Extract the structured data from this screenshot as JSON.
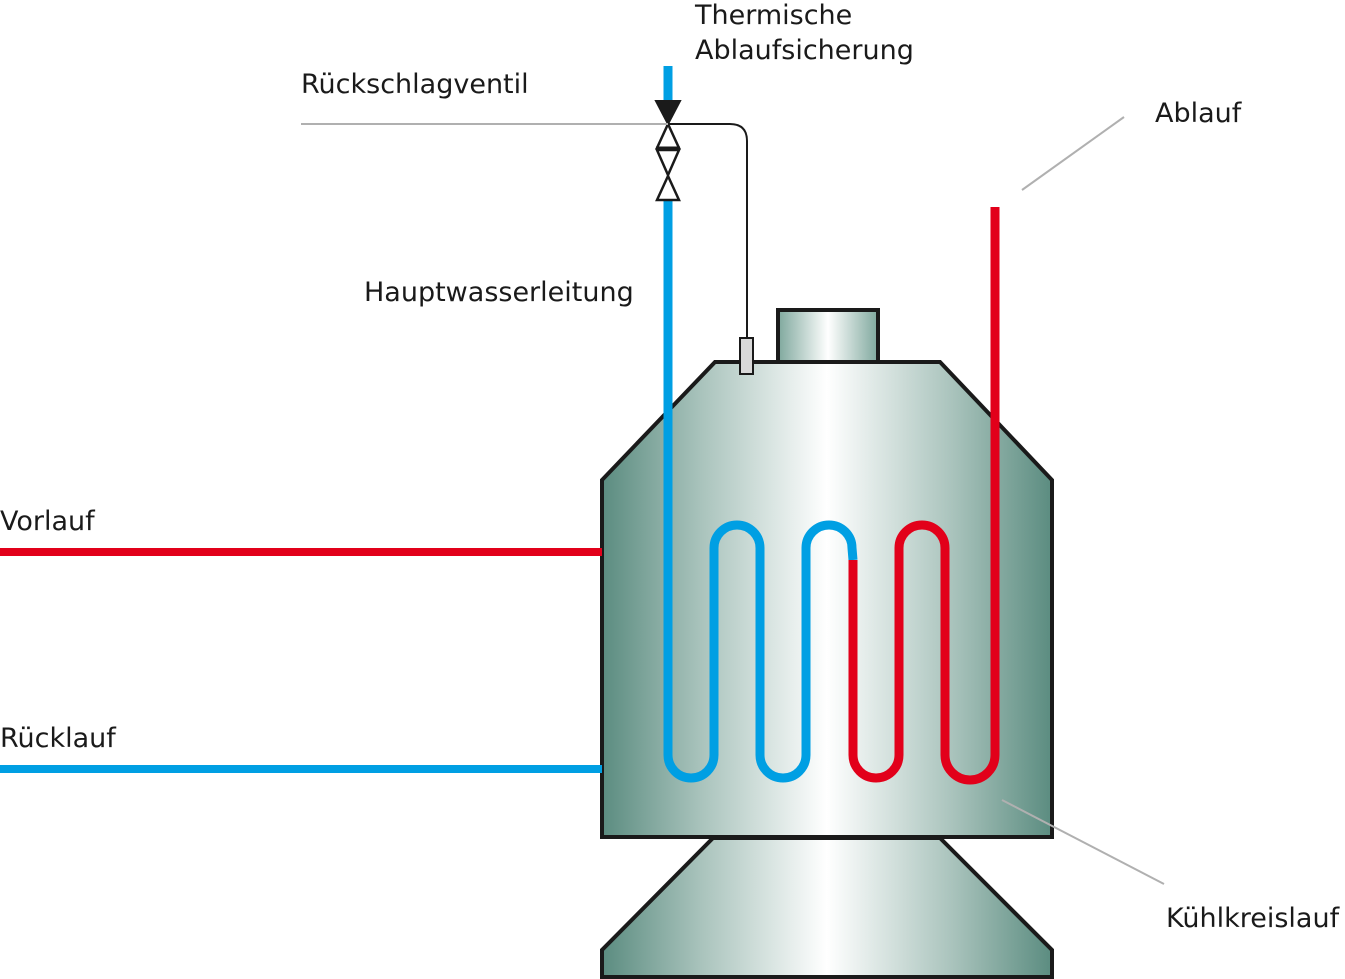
{
  "labels": {
    "thermische_line1": "Thermische",
    "thermische_line2": "Ablaufsicherung",
    "rueckschlagventil": "Rückschlagventil",
    "ablauf": "Ablauf",
    "hauptwasserleitung": "Hauptwasserleitung",
    "vorlauf": "Vorlauf",
    "ruecklauf": "Rücklauf",
    "kuehlkreislauf": "Kühlkreislauf"
  },
  "colors": {
    "hot": "#e2001a",
    "cold": "#009fe3",
    "tank_edge": "#5b8c80",
    "tank_center": "#ffffff",
    "outline": "#1a1a1a",
    "leader": "#b0b0b0"
  }
}
